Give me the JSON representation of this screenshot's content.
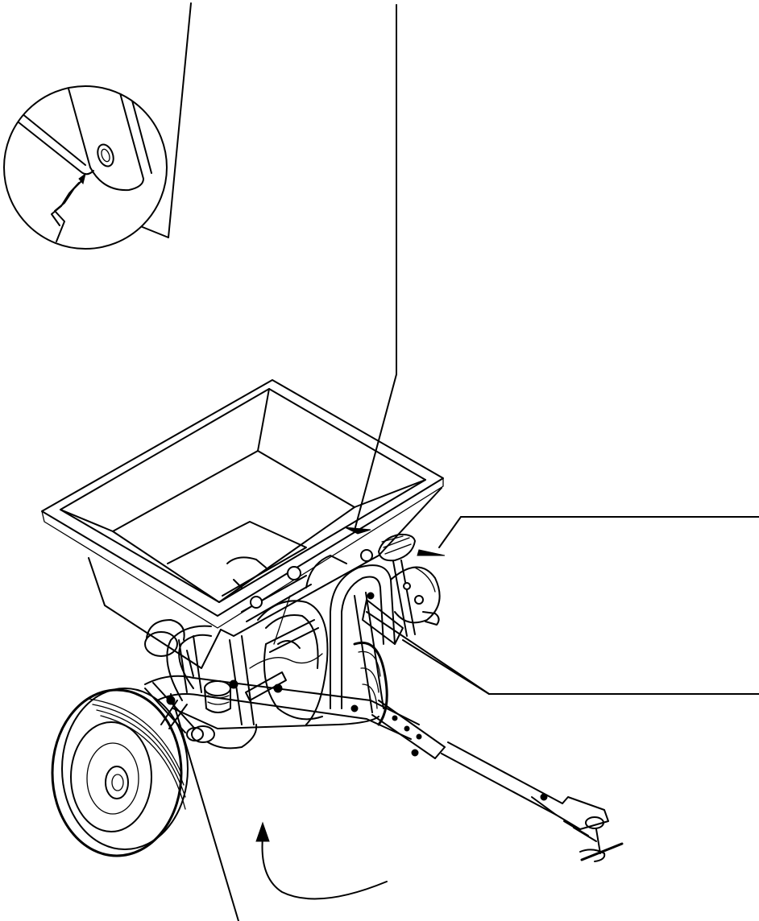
{
  "diagram": {
    "subject": "tow-behind-broadcast-spreader",
    "line_color": "#000000",
    "background_color": "#ffffff",
    "callouts": [
      {
        "id": "detail-inset",
        "target": "hopper-agitator-hole",
        "text": ""
      },
      {
        "id": "hopper-rim",
        "target": "hopper-front-rim",
        "text": ""
      },
      {
        "id": "control-knob",
        "target": "rate-control-knob",
        "text": ""
      },
      {
        "id": "control-bracket",
        "target": "control-linkage-bracket",
        "text": ""
      },
      {
        "id": "wheel-axle",
        "target": "left-wheel-hub",
        "text": ""
      }
    ],
    "icons": {
      "rotation": "rotation-arrow-icon",
      "pointer": "pointer-arrow-icon"
    }
  }
}
